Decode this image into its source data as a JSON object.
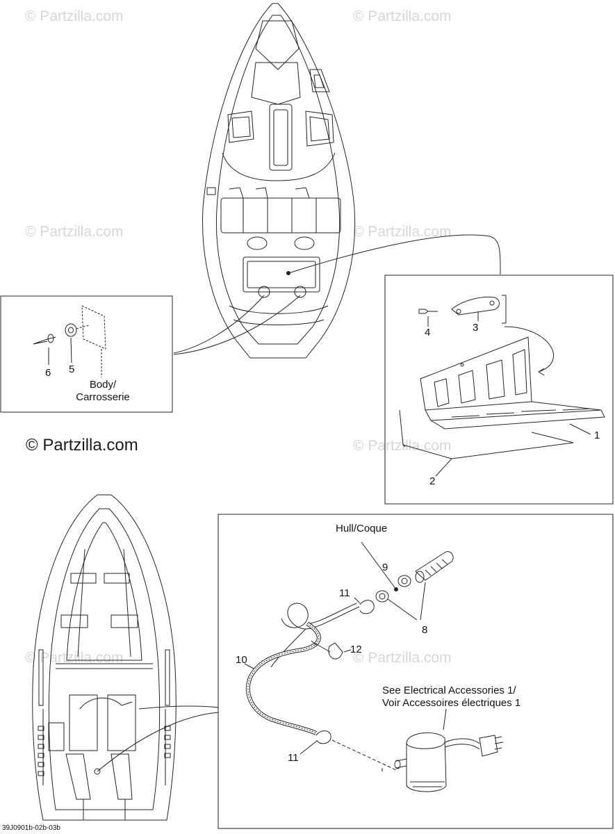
{
  "watermark_text": "© Partzilla.com",
  "main_watermark": "© Partzilla.com",
  "diagram_code": "39J0901b-02b-03b",
  "left_box": {
    "callouts": [
      "6",
      "5"
    ],
    "body_label_line1": "Body/",
    "body_label_line2": "Carrosserie"
  },
  "right_box": {
    "callouts": [
      "4",
      "3",
      "1",
      "2"
    ]
  },
  "bottom_box": {
    "hull_label": "Hull/Coque",
    "electrical_line1": "See Electrical Accessories 1/",
    "electrical_line2": "Voir Accessoires électriques 1",
    "callouts": [
      "9",
      "11",
      "8",
      "12",
      "10",
      "11"
    ]
  }
}
